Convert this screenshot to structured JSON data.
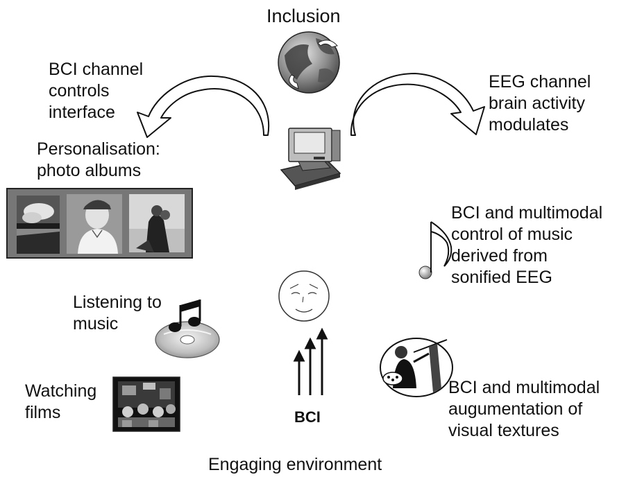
{
  "title": "Inclusion",
  "footer": "Engaging environment",
  "bci_channel": [
    "BCI channel",
    "controls",
    "interface"
  ],
  "eeg_channel": [
    "EEG channel",
    "brain activity",
    "modulates"
  ],
  "personalisation": [
    "Personalisation:",
    "photo albums"
  ],
  "music_control": [
    "BCI and multimodal",
    "control of music",
    "derived from",
    "sonified EEG"
  ],
  "listening": [
    "Listening to",
    "music"
  ],
  "watching": [
    "Watching",
    "films"
  ],
  "bci_label": "BCI",
  "visual_textures": [
    "BCI and multimodal",
    "augumentation of",
    "visual textures"
  ],
  "colors": {
    "panel_border": "#222222",
    "panel_fill": "#777777",
    "photo_dark": "#3a3a3a",
    "photo_light": "#d8d8d8"
  },
  "icons": [
    "globe-icon",
    "computer-icon",
    "photo-album",
    "music-note-icon",
    "face-icon",
    "cd-music-icon",
    "film-icon",
    "painter-icon",
    "up-arrows-icon",
    "curved-arrow-left",
    "curved-arrow-right"
  ]
}
